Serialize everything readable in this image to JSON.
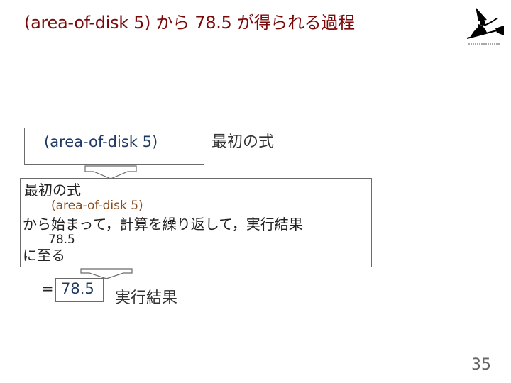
{
  "title": "(area-of-disk 5) から 78.5 が得られる過程",
  "expression": {
    "text": "(area-of-disk 5)",
    "caption": "最初の式"
  },
  "explanation": {
    "line1": "最初の式",
    "line2": "(area-of-disk 5)",
    "line3": "から始まって，計算を繰り返して，実行結果",
    "line4": "78.5",
    "line5": "に至る"
  },
  "result": {
    "equals": "=",
    "value": "78.5",
    "caption": "実行結果"
  },
  "page_number": "35",
  "logo": {
    "icon": "witch-on-broom-icon",
    "caption": ""
  },
  "colors": {
    "title": "#7a0a0a",
    "code": "#1f3b63",
    "border": "#6b6b6b"
  }
}
